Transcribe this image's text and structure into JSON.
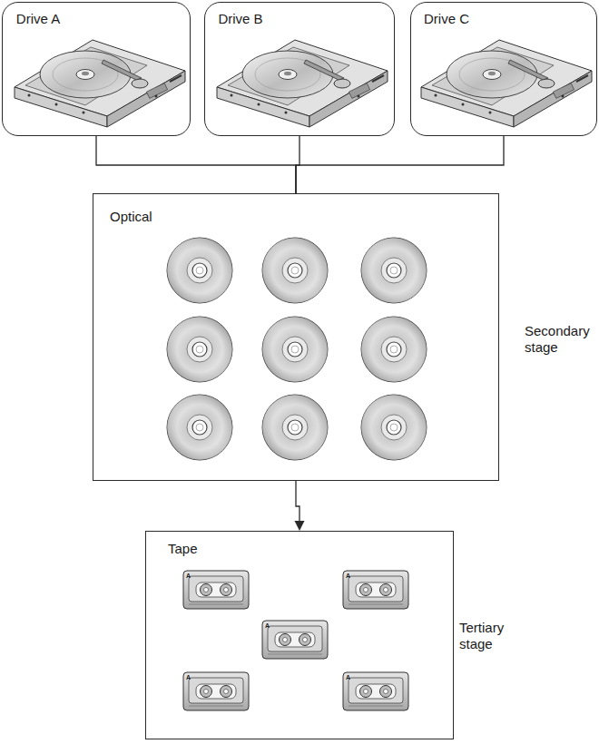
{
  "diagram": {
    "nodes": [
      {
        "text": [
          "Drive A"
        ]
      },
      {
        "text": [
          "Drive B"
        ]
      },
      {
        "text": [
          "Drive C"
        ]
      },
      {
        "text": [
          "Optical"
        ]
      },
      {
        "text": [
          "Tape"
        ]
      }
    ],
    "edges": [
      {
        "from": 0,
        "to": 3,
        "arrow": "none"
      },
      {
        "from": 1,
        "to": 3,
        "arrow": "none"
      },
      {
        "from": 2,
        "to": 3,
        "arrow": "none"
      },
      {
        "from": 3,
        "to": 4,
        "arrow": "to"
      }
    ],
    "labels": [
      "Secondary stage",
      "Tertiary stage",
      "A",
      "A",
      "A",
      "A",
      "A"
    ]
  }
}
